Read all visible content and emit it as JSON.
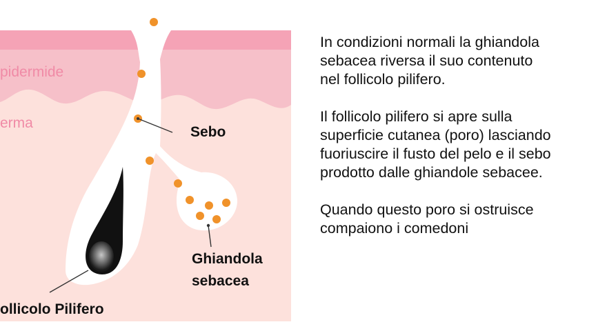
{
  "diagram": {
    "layers": {
      "epidermis_label": "pidermide",
      "dermis_label": "erma"
    },
    "callouts": {
      "sebum": "Sebo",
      "gland_line1": "Ghiandola",
      "gland_line2": "sebacea",
      "follicle": "ollicolo Pilifero"
    },
    "colors": {
      "epidermis": "#f6c0c9",
      "epidermis_top": "#f5a3b6",
      "dermis": "#fde1dc",
      "follicle": "#ffffff",
      "sebum": "#f0922a",
      "hair": "#111111",
      "label_pink": "#f08aa6"
    }
  },
  "description": {
    "paragraphs": [
      {
        "line1": "In condizioni normali la ghiandola",
        "line2": "sebacea riversa il suo contenuto",
        "line3": "nel follicolo pilifero."
      },
      {
        "line1": "Il follicolo pilifero si apre sulla",
        "line2": "superficie cutanea (poro) lasciando",
        "line3": "fuoriuscire il fusto del pelo e il sebo",
        "line4": "prodotto dalle ghiandole sebacee."
      },
      {
        "line1": "Quando questo poro si ostruisce",
        "line2": "compaiono i comedoni"
      }
    ]
  }
}
